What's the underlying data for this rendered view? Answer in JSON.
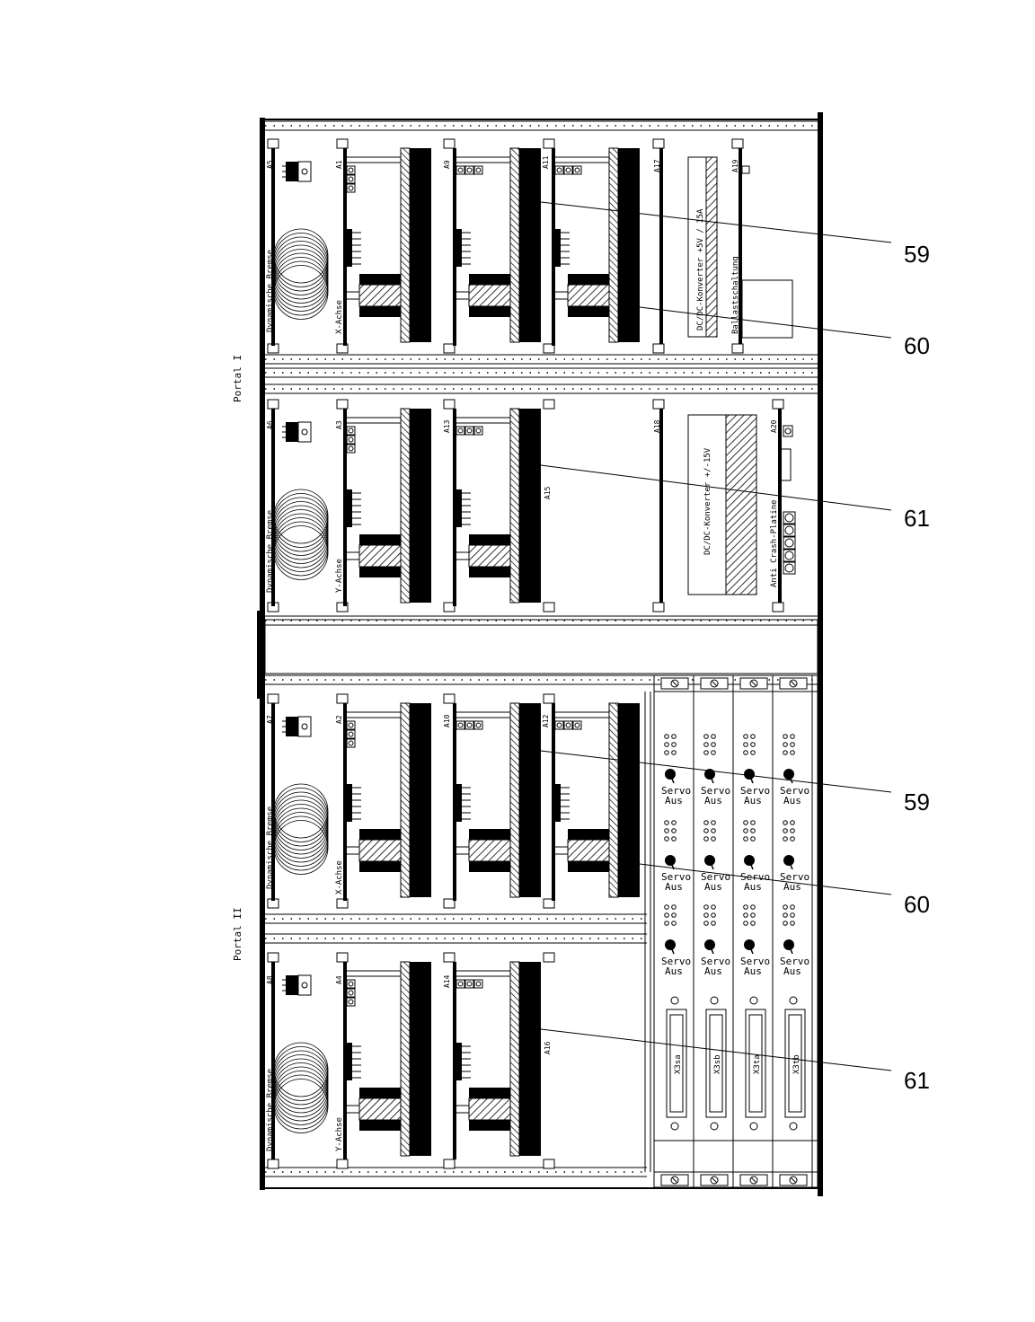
{
  "portals": {
    "portal_1": "Portal I",
    "portal_2": "Portal II"
  },
  "rows": [
    {
      "brake_slot": "A5",
      "brake_label": "Dynamische Bremse",
      "axis_slot": "A1",
      "axis_label": "X-Achse",
      "drive_slots": [
        "A9",
        "A11"
      ],
      "converter_slot": "A17",
      "converter_label": "DC/DC-Konverter +5V / 15A",
      "extra_slot": "A19",
      "extra_label": "Ballastschaltung"
    },
    {
      "brake_slot": "A6",
      "brake_label": "Dynamische Bremse",
      "axis_slot": "A3",
      "axis_label": "Y-Achse",
      "drive_slots": [
        "A13"
      ],
      "card_label": "A15",
      "converter_slot": "A18",
      "converter_label": "DC/DC-Konverter +/-15V",
      "extra_slot": "A20",
      "extra_label": "Anti Crash-Platine"
    },
    {
      "brake_slot": "A7",
      "brake_label": "Dynamische Bremse",
      "axis_slot": "A2",
      "axis_label": "X-Achse",
      "drive_slots": [
        "A10",
        "A12"
      ]
    },
    {
      "brake_slot": "A8",
      "brake_label": "Dynamische Bremse",
      "axis_slot": "A4",
      "axis_label": "Y-Achse",
      "drive_slots": [
        "A14"
      ],
      "card_label": "A16"
    }
  ],
  "servo_panel": {
    "servo_label_1": "Servo",
    "servo_label_2": "Aus",
    "connectors": [
      "X3sa",
      "X3sb",
      "X3ta",
      "X3tb"
    ]
  },
  "callouts": [
    "59",
    "60",
    "61",
    "59",
    "60",
    "61"
  ]
}
